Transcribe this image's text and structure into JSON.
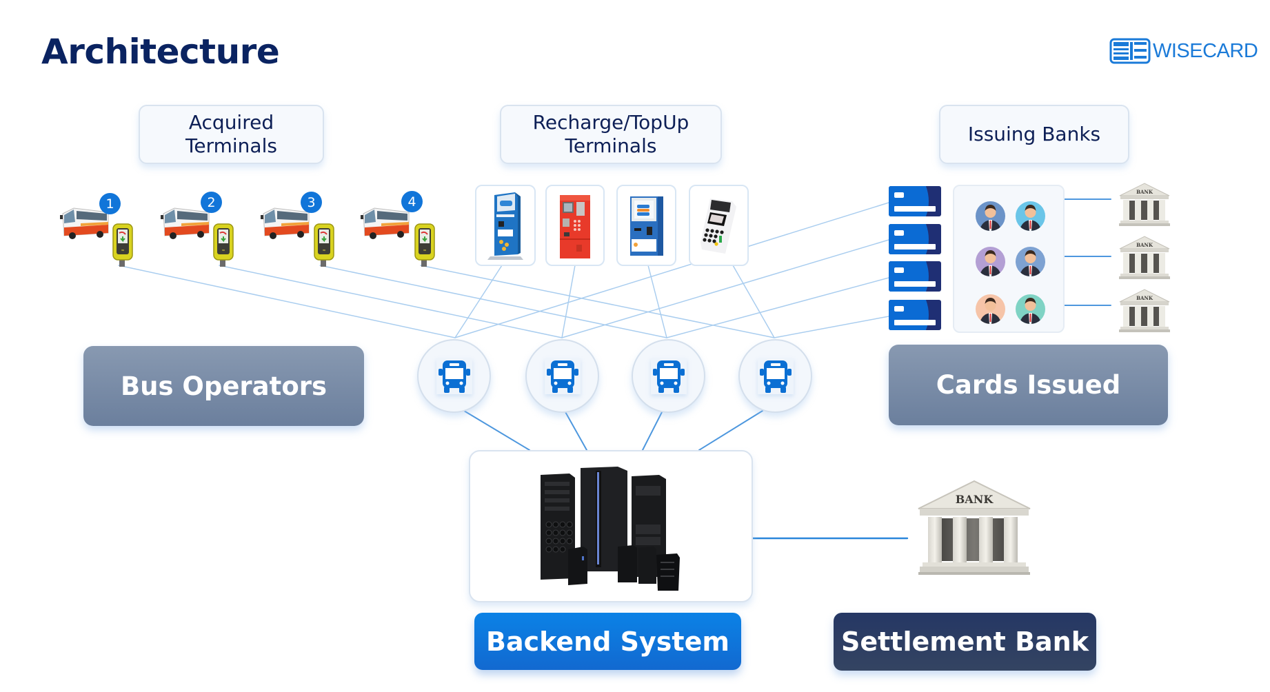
{
  "header": {
    "title": "Architecture",
    "brand": {
      "name": "WISECARD",
      "color": "#1a7ad8"
    }
  },
  "colors": {
    "title": "#0a2361",
    "accent_blue": "#1175d9",
    "operator_box": "#7a8ca8",
    "backend_button": "#0b7ae0",
    "settlement_button": "#2c3d63",
    "connector": "#4d97de"
  },
  "sections": {
    "acquired_terminals": {
      "label_line1": "Acquired",
      "label_line2": "Terminals"
    },
    "recharge_terminals": {
      "label_line1": "Recharge/TopUp",
      "label_line2": "Terminals"
    },
    "issuing_banks": {
      "label": "Issuing Banks"
    }
  },
  "buses": [
    {
      "badge": "1",
      "icon": "bus-icon",
      "device": "card-validator-icon"
    },
    {
      "badge": "2",
      "icon": "bus-icon",
      "device": "card-validator-icon"
    },
    {
      "badge": "3",
      "icon": "bus-icon",
      "device": "card-validator-icon"
    },
    {
      "badge": "4",
      "icon": "bus-icon",
      "device": "card-validator-icon"
    }
  ],
  "recharge_devices": [
    {
      "icon": "standing-kiosk-icon"
    },
    {
      "icon": "red-vending-machine-icon"
    },
    {
      "icon": "wall-kiosk-icon"
    },
    {
      "icon": "pos-terminal-icon"
    }
  ],
  "cards": [
    {
      "icon": "card-icon"
    },
    {
      "icon": "card-icon"
    },
    {
      "icon": "card-icon"
    },
    {
      "icon": "card-icon"
    }
  ],
  "customers": [
    {
      "icon": "person-tablet-icon",
      "bg": "#6b93c8"
    },
    {
      "icon": "person-woman-icon",
      "bg": "#6ac5e8"
    },
    {
      "icon": "person-glasses-icon",
      "bg": "#b39fd4"
    },
    {
      "icon": "person-tablet-icon",
      "bg": "#7ea2d2"
    },
    {
      "icon": "person-laptop-icon",
      "bg": "#f6c4a8"
    },
    {
      "icon": "person-phone-icon",
      "bg": "#7fd3c4"
    }
  ],
  "issuer_banks": [
    {
      "sign": "BANK"
    },
    {
      "sign": "BANK"
    },
    {
      "sign": "BANK"
    }
  ],
  "hubs": [
    {
      "icon": "bus-front-icon"
    },
    {
      "icon": "bus-front-icon"
    },
    {
      "icon": "bus-front-icon"
    },
    {
      "icon": "bus-front-icon"
    }
  ],
  "labels": {
    "bus_operators": "Bus Operators",
    "cards_issued": "Cards Issued",
    "backend_system": "Backend System",
    "settlement_bank": "Settlement Bank",
    "settlement_bank_sign": "BANK"
  }
}
